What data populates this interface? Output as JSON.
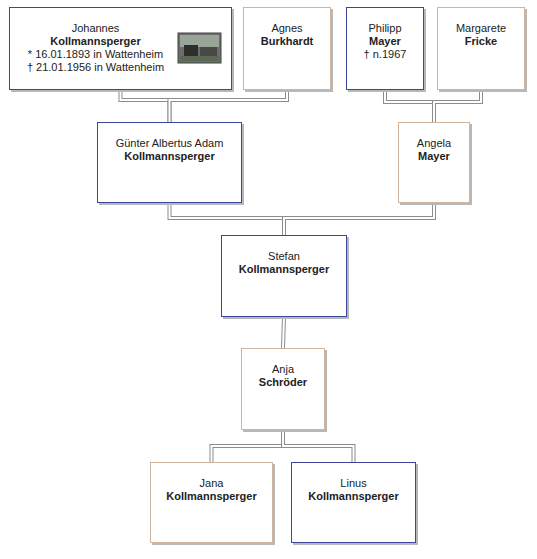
{
  "diagram": {
    "nodes": [
      {
        "text": [
          "Johannes",
          "Kollmannsperger",
          "* 16.01.1893 in Wattenheim",
          "† 21.01.1956 in Wattenheim"
        ]
      },
      {
        "text": [
          "Agnes",
          "Burkhardt"
        ]
      },
      {
        "text": [
          "Philipp",
          "Mayer",
          "† n.1967"
        ]
      },
      {
        "text": [
          "Margarete",
          "Fricke"
        ]
      },
      {
        "text": [
          "Günter Albertus Adam",
          "Kollmannsperger"
        ]
      },
      {
        "text": [
          "Angela",
          "Mayer"
        ]
      },
      {
        "text": [
          "Stefan",
          "Kollmannsperger"
        ]
      },
      {
        "text": [
          "Anja",
          "Schröder"
        ]
      },
      {
        "text": [
          "Jana",
          "Kollmannsperger"
        ]
      },
      {
        "text": [
          "Linus",
          "Kollmannsperger"
        ]
      }
    ],
    "edges": [
      {
        "from": 0,
        "to": 4,
        "arrow": "none"
      },
      {
        "from": 1,
        "to": 4,
        "arrow": "none"
      },
      {
        "from": 2,
        "to": 5,
        "arrow": "none"
      },
      {
        "from": 3,
        "to": 5,
        "arrow": "none"
      },
      {
        "from": 4,
        "to": 6,
        "arrow": "none"
      },
      {
        "from": 5,
        "to": 6,
        "arrow": "none"
      },
      {
        "from": 6,
        "to": 7,
        "arrow": "none"
      },
      {
        "from": 7,
        "to": 8,
        "arrow": "none"
      },
      {
        "from": 7,
        "to": 9,
        "arrow": "none"
      }
    ]
  }
}
